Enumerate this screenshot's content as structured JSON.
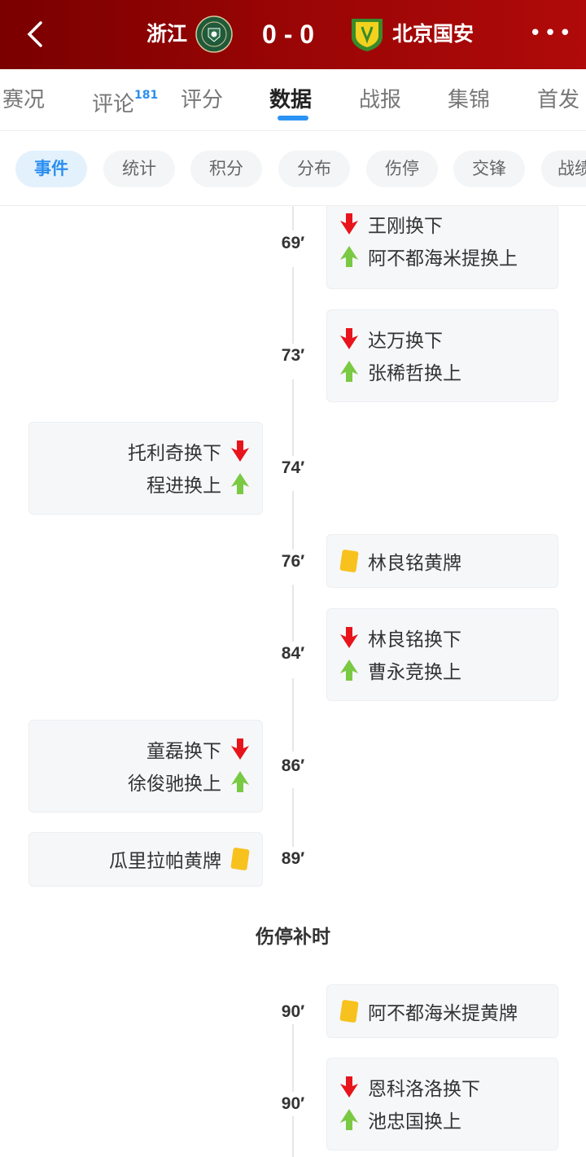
{
  "header": {
    "home": "浙江",
    "away": "北京国安",
    "score": "0 - 0"
  },
  "tabs": [
    {
      "label": "赛况"
    },
    {
      "label": "评论",
      "badge": "181"
    },
    {
      "label": "评分"
    },
    {
      "label": "数据"
    },
    {
      "label": "战报"
    },
    {
      "label": "集锦"
    },
    {
      "label": "首发"
    }
  ],
  "active_tab": "数据",
  "chips": [
    "事件",
    "统计",
    "积分",
    "分布",
    "伤停",
    "交锋",
    "战绩"
  ],
  "active_chip": "事件",
  "colors": {
    "header": "#9a0505",
    "accent": "#2a93f5",
    "sub_out": "#e8141c",
    "sub_in": "#7ac943",
    "yellow_card": "#f7c21e"
  },
  "events": [
    {
      "minute": "69′",
      "side": "away",
      "out": "王刚换下",
      "in": "阿不都海米提换上"
    },
    {
      "minute": "73′",
      "side": "away",
      "out": "达万换下",
      "in": "张稀哲换上"
    },
    {
      "minute": "74′",
      "side": "home",
      "out": "托利奇换下",
      "in": "程进换上"
    },
    {
      "minute": "76′",
      "side": "away",
      "card": "林良铭黄牌"
    },
    {
      "minute": "84′",
      "side": "away",
      "out": "林良铭换下",
      "in": "曹永竞换上"
    },
    {
      "minute": "86′",
      "side": "home",
      "out": "童磊换下",
      "in": "徐俊驰换上"
    },
    {
      "minute": "89′",
      "side": "home",
      "card": "瓜里拉帕黄牌"
    },
    {
      "minute": "90′",
      "side": "away",
      "card": "阿不都海米提黄牌"
    },
    {
      "minute": "90′",
      "side": "away",
      "out": "恩科洛洛换下",
      "in": "池忠国换上"
    }
  ],
  "stoppage_label": "伤停补时"
}
